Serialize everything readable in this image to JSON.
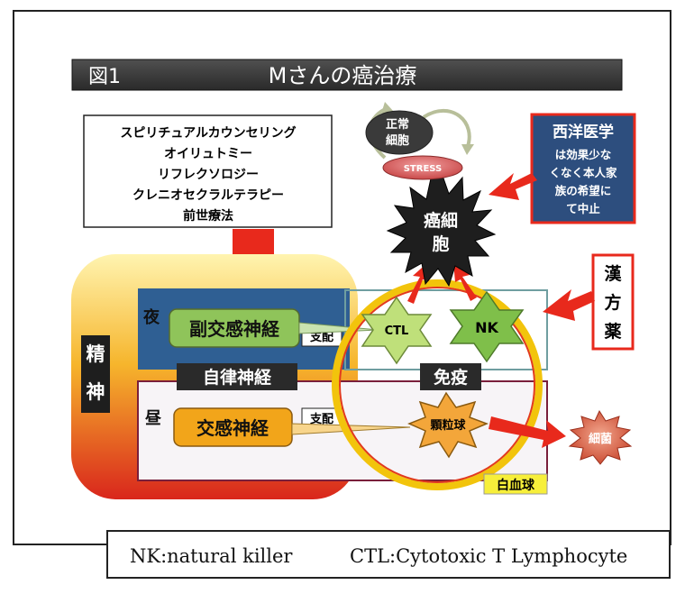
{
  "figure": {
    "label": "図1",
    "title": "Mさんの癌治療"
  },
  "therapies": [
    "スピリチュアルカウンセリング",
    "オイリュトミー",
    "リフレクソロジー",
    "クレニオセクラルテラピー",
    "前世療法"
  ],
  "normal_cell": [
    "正常",
    "細胞"
  ],
  "stress": "STRESS",
  "western": {
    "title": "西洋医学",
    "lines": [
      "は効果少な",
      "くなく本人家",
      "族の希望に",
      "て中止"
    ]
  },
  "cancer": [
    "癌細",
    "胞"
  ],
  "kampo": [
    "漢",
    "方",
    "薬"
  ],
  "spirit": [
    "精",
    "神"
  ],
  "night": "夜",
  "day": "昼",
  "parasympathetic": "副交感神経",
  "sympathetic": "交感神経",
  "control_label": "支配",
  "autonomic": "自律神経",
  "immunity": "免疫",
  "cells": {
    "ctl": "CTL",
    "nk": "NK",
    "granulocyte": "顆粒球",
    "bacteria": "細菌"
  },
  "wbc": "白血球",
  "colors": {
    "title_bar": "#3a3a3a",
    "cancer": "#1e1e1e",
    "arrow": "#e8291c",
    "night_panel": "#2f5f93",
    "green_cell": "#8fc45a",
    "orange_box": "#f2a51a",
    "wbc_ring": "#f2c40c"
  },
  "caption": {
    "nk": "NK:natural killer",
    "ctl": "CTL:Cytotoxic T Lymphocyte"
  }
}
